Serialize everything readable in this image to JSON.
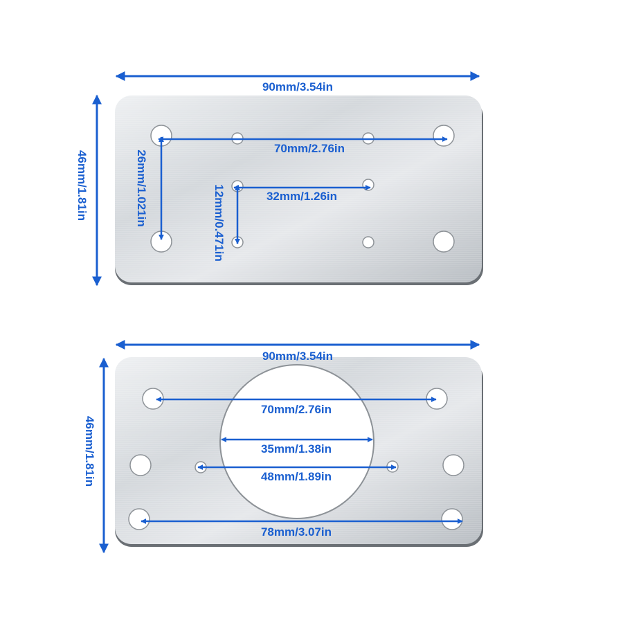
{
  "colors": {
    "dimension": "#1a5fd0",
    "plate_light": "#e2e5e8",
    "plate_dark": "#a9aeb3",
    "edge": "#5c6166",
    "hole": "#ffffff"
  },
  "plate_top": {
    "width_label": "90mm/3.54in",
    "height_label": "46mm/1.81in",
    "outer_hole_span_label": "70mm/2.76in",
    "outer_hole_vertical_label": "26mm/1.021in",
    "inner_hole_span_label": "32mm/1.26in",
    "inner_hole_vertical_label": "12mm/0.471in"
  },
  "plate_bottom": {
    "width_label": "90mm/3.54in",
    "height_label": "46mm/1.81in",
    "upper_hole_span_label": "70mm/2.76in",
    "center_hole_diameter_label": "35mm/1.38in",
    "small_hole_span_label": "48mm/1.89in",
    "lower_hole_span_label": "78mm/3.07in"
  }
}
